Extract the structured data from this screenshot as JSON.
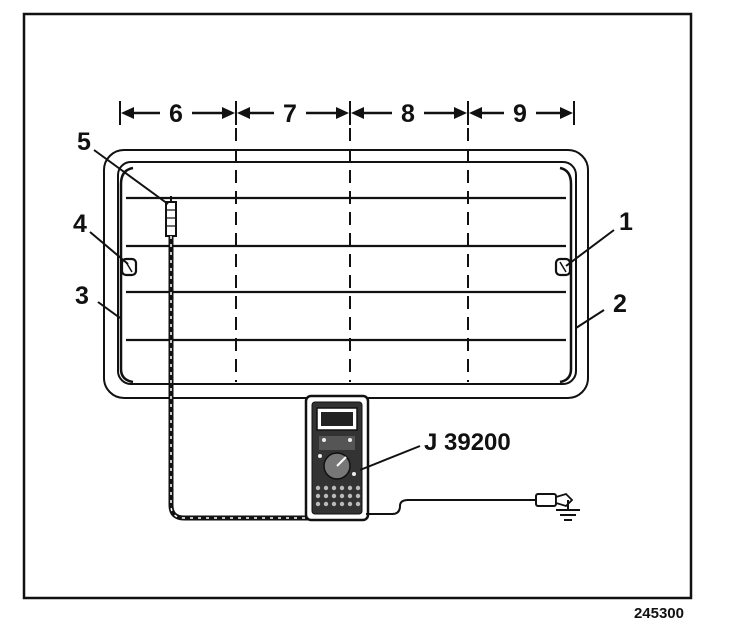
{
  "zones": [
    "6",
    "7",
    "8",
    "9"
  ],
  "callouts": {
    "c1": "1",
    "c2": "2",
    "c3": "3",
    "c4": "4",
    "c5": "5"
  },
  "tool_label": "J 39200",
  "figure_code": "245300",
  "icons": {
    "meter": "multimeter-icon",
    "ground": "ground-symbol-icon",
    "clip": "alligator-clip-icon",
    "probe": "test-probe-icon"
  }
}
